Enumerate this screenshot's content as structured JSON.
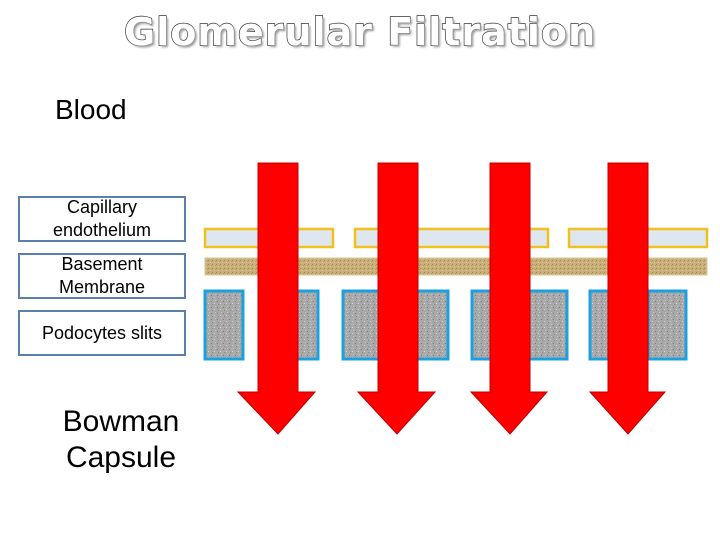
{
  "title": "Glomerular Filtration",
  "labels": {
    "blood": "Blood",
    "capillary_endothelium": "Capillary endothelium",
    "basement_membrane": "Basement Membrane",
    "podocyte_slits": "Podocytes slits",
    "bowman_capsule": "Bowman Capsule"
  },
  "colors": {
    "arrow": "#ff0000",
    "endothelium_fill": "#dfe7ee",
    "endothelium_border": "#f0c020",
    "membrane": "#c9b07a",
    "podocyte_fill": "#a8a8a8",
    "podocyte_border": "#1ea0e0",
    "label_box_border": "#5b7fa8"
  }
}
